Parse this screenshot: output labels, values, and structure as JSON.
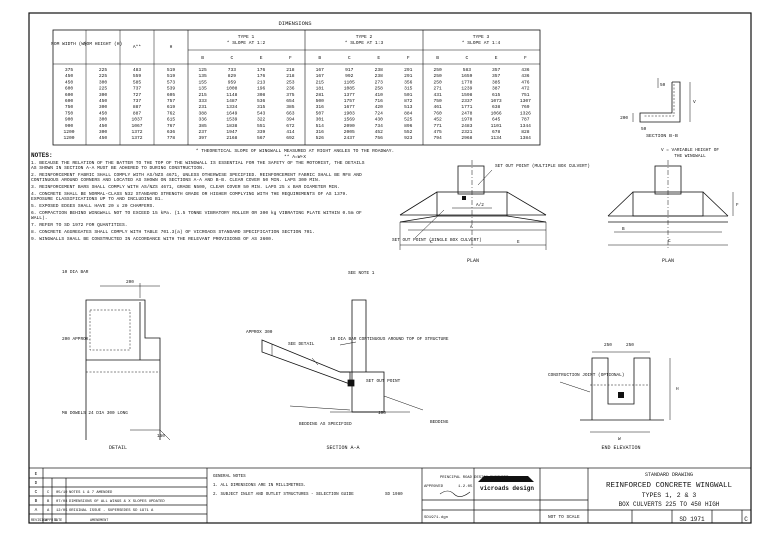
{
  "table": {
    "title": "DIMENSIONS",
    "col_headers": [
      "NOM WIDTH (W)",
      "NOM HEIGHT (H)",
      "A**",
      "H"
    ],
    "type_headers": [
      {
        "name": "TYPE 1",
        "slope": "* SLOPE AT 1:2"
      },
      {
        "name": "TYPE 2",
        "slope": "* SLOPE AT 1:3"
      },
      {
        "name": "TYPE 3",
        "slope": "* SLOPE AT 1:4"
      }
    ],
    "sub_headers": [
      "B",
      "C",
      "E",
      "F"
    ],
    "rows": [
      [
        "375",
        "225",
        "483",
        "519",
        "125",
        "733",
        "176",
        "218",
        "167",
        "917",
        "238",
        "291",
        "250",
        "583",
        "357",
        "436"
      ],
      [
        "450",
        "225",
        "559",
        "519",
        "135",
        "829",
        "176",
        "218",
        "167",
        "992",
        "238",
        "291",
        "250",
        "1659",
        "357",
        "436"
      ],
      [
        "450",
        "300",
        "585",
        "573",
        "155",
        "959",
        "213",
        "253",
        "215",
        "1105",
        "273",
        "356",
        "250",
        "1778",
        "385",
        "476"
      ],
      [
        "600",
        "225",
        "737",
        "539",
        "135",
        "1008",
        "196",
        "236",
        "181",
        "1085",
        "258",
        "315",
        "271",
        "1239",
        "387",
        "472"
      ],
      [
        "600",
        "300",
        "727",
        "605",
        "215",
        "1148",
        "308",
        "375",
        "281",
        "1377",
        "410",
        "501",
        "431",
        "1598",
        "615",
        "751"
      ],
      [
        "600",
        "450",
        "737",
        "757",
        "333",
        "1487",
        "536",
        "654",
        "500",
        "1757",
        "716",
        "872",
        "750",
        "2337",
        "1073",
        "1307"
      ],
      [
        "750",
        "300",
        "887",
        "619",
        "231",
        "1334",
        "315",
        "385",
        "316",
        "1677",
        "420",
        "513",
        "461",
        "1771",
        "638",
        "769"
      ],
      [
        "750",
        "450",
        "887",
        "762",
        "388",
        "1649",
        "543",
        "663",
        "507",
        "1903",
        "724",
        "884",
        "760",
        "2478",
        "1066",
        "1326"
      ],
      [
        "900",
        "300",
        "1037",
        "615",
        "336",
        "1539",
        "322",
        "394",
        "301",
        "1569",
        "430",
        "525",
        "452",
        "1978",
        "645",
        "787"
      ],
      [
        "900",
        "450",
        "1067",
        "767",
        "385",
        "1838",
        "551",
        "672",
        "514",
        "2090",
        "734",
        "896",
        "771",
        "2483",
        "1101",
        "1344"
      ],
      [
        "1200",
        "300",
        "1372",
        "636",
        "237",
        "1947",
        "339",
        "414",
        "316",
        "2005",
        "452",
        "552",
        "475",
        "2321",
        "678",
        "828"
      ],
      [
        "1200",
        "450",
        "1372",
        "778",
        "397",
        "2168",
        "567",
        "692",
        "526",
        "2437",
        "756",
        "923",
        "794",
        "2968",
        "1134",
        "1384"
      ]
    ],
    "footnote_a": "* THEORETICAL SLOPE OF WINGWALL MEASURED AT RIGHT ANGLES TO THE ROADWAY.",
    "footnote_b": "** A=W+X"
  },
  "section_bb": {
    "label": "SECTION B-B",
    "dim_200": "200",
    "dim_50a": "50",
    "dim_50b": "50",
    "dim_v": "V",
    "note_1": "V = VARIABLE HEIGHT OF",
    "note_2": "THE WINGWALL"
  },
  "notes": {
    "heading": "NOTES:",
    "items": [
      "1. BECAUSE THE RELATION OF THE BATTER TO THE TOP OF THE WINGWALL IS ESSENTIAL FOR THE SAFETY OF THE MOTORIST, THE DETAILS AS SHOWN IN SECTION A-A MUST BE ADHERED TO DURING CONSTRUCTION.",
      "2. REINFORCEMENT FABRIC SHALL COMPLY WITH AS/NZS 4671, UNLESS OTHERWISE SPECIFIED. REINFORCEMENT FABRIC SHALL BE RF8 AND CONTINUOUS AROUND CORNERS AND LOCATED AS SHOWN ON SECTIONS A-A AND B-B. CLEAR COVER 50 MIN. LAPS 300 MIN.",
      "3. REINFORCEMENT BARS SHALL COMPLY WITH AS/NZS 4671, GRADE N500, CLEAR COVER 50 MIN. LAPS 25 x BAR DIAMETER MIN.",
      "4. CONCRETE SHALL BE NORMAL-CLASS N32 STANDARD STRENGTH GRADE OR HIGHER COMPLYING WITH THE REQUIREMENTS OF AS 1379. EXPOSURE CLASSIFICATIONS UP TO AND INCLUDING B1.",
      "5. EXPOSED EDGES SHALL HAVE 20 x 20 CHAMFERS.",
      "6. COMPACTION BEHIND WINGWALL NOT TO EXCEED 15 kPa. (1.5 TONNE VIBRATORY ROLLER OR 300 kg VIBRATING PLATE WITHIN 0.5m OF WALL).",
      "7. REFER TO SD 1972 FOR QUANTITIES.",
      "8. CONCRETE AGGREGATES SHALL COMPLY WITH TABLE 701.3(a) OF VICROADS STANDARD SPECIFICATION SECTION 701.",
      "9. WINGWALLS SHALL BE CONSTRUCTED IN ACCORDANCE WITH THE RELEVANT PROVISIONS OF AS 3600."
    ]
  },
  "plan_left": {
    "label": "PLAN",
    "set_out_multi": "SET OUT POINT (MULTIPLE BOX CULVERT)",
    "set_out_single": "SET OUT POINT (SINGLE BOX CULVERT)",
    "dim_a2": "A/2",
    "dim_a": "A",
    "dim_c": "C",
    "dim_e": "E"
  },
  "plan_right": {
    "label": "PLAN",
    "dim_b": "B",
    "dim_c": "C",
    "dim_f": "F"
  },
  "detail": {
    "label": "DETAIL",
    "bar": "10 DIA BAR",
    "approx": "200 APPROX.",
    "dowels": "M8 DOWELS 24 DIA 300 LONG",
    "dim_200": "200",
    "dim_150": "150"
  },
  "section_aa": {
    "label": "SECTION A-A",
    "see_note": "SEE NOTE 1",
    "see_detail": "SEE DETAIL",
    "approx_300": "APPROX 300",
    "bar_note": "10 DIA BAR CONTINUOUS AROUND TOP OF STRUCTURE",
    "set_out": "SET OUT POINT",
    "bedding": "BEDDING",
    "rf": "BEDDING AS SPECIFIED",
    "dim_100": "100"
  },
  "end_elev": {
    "label": "END ELEVATION",
    "joint": "CONSTRUCTION JOINT (OPTIONAL)",
    "dim_250a": "250",
    "dim_250b": "250",
    "dim_h": "H",
    "dim_w": "W"
  },
  "title_block": {
    "rev_letters": [
      "E",
      "D",
      "C",
      "B",
      "A"
    ],
    "rev_rows": [
      [
        "C",
        "05/10",
        "NOTES 1 & 7 AMENDED"
      ],
      [
        "B",
        "07/08",
        "DIMENSIONS OF ALL WINGS & X SLOPES UPDATED"
      ],
      [
        "A",
        "12/05",
        "ORIGINAL ISSUE - SUPERSEDES SD 1971 A"
      ]
    ],
    "rev_head": [
      "REVISION",
      "APPR'D",
      "DATE",
      "AMENDMENT"
    ],
    "general_notes_title": "GENERAL NOTES",
    "general_notes": [
      "1. ALL DIMENSIONS ARE IN MILLIMETRES.",
      "2. SUBJECT INLET AND OUTLET STRUCTURES - SELECTION GUIDE"
    ],
    "sd_ref": "SD 1980",
    "approved": "APPROVED",
    "manager": "PRINCIPAL ROAD DESIGN ENGINEER",
    "date_approved": "1.2.05",
    "logo": "vicroads design",
    "sheet_heading": "STANDARD DRAWING",
    "title_1": "REINFORCED CONCRETE WINGWALL",
    "title_2": "TYPES 1, 2 & 3",
    "title_3": "BOX CULVERTS 225 TO 450 HIGH",
    "scale": "NOT TO SCALE",
    "drawing_no": "SD 1971",
    "rev": "C",
    "file": "SD1971.dgn"
  }
}
